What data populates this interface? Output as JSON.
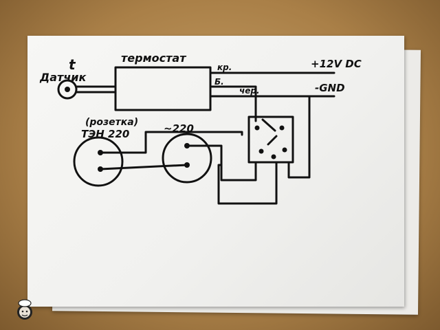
{
  "diagram": {
    "sensor_symbol": "t",
    "sensor_label": "Датчик",
    "thermostat_label": "термостат",
    "wire_red_label": "кр.",
    "wire_white_label": "Б.",
    "wire_black_label": "чер.",
    "power_plus_label": "+12V DC",
    "power_gnd_label": "-GND",
    "socket_paren_label": "(розетка)",
    "heater_label": "ТЭН 220",
    "mains_label": "~220"
  },
  "colors": {
    "ink": "#111111",
    "paper": "#f4f4f2",
    "table": "#b08a55"
  },
  "icons": {
    "watermark": "chef-mascot-icon"
  }
}
